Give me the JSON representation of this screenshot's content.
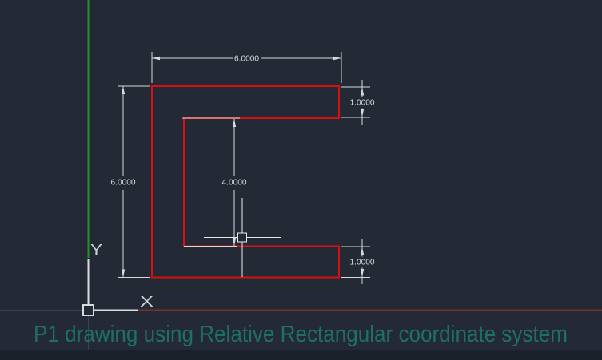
{
  "viewport": {
    "background": "#242a35",
    "bottom_band_color": "#1b212b",
    "colors": {
      "shape_red": "#da1010",
      "x_axis_red": "#7d2e24",
      "y_axis_green": "#23912a",
      "dimension_gray": "#d8d8d8",
      "faint_axis_line": "#3a4250",
      "crosshair_white": "#e8e8e8"
    }
  },
  "dimensions": {
    "top_width": "6.0000",
    "left_height": "6.0000",
    "inner_height": "4.0000",
    "top_right_thickness": "1.0000",
    "bottom_right_thickness": "1.0000"
  },
  "ucs_icon": {
    "x_label": "X",
    "y_label": "Y"
  },
  "caption": {
    "text": "P1 drawing using Relative Rectangular coordinate system",
    "color": "#1e6f66"
  }
}
